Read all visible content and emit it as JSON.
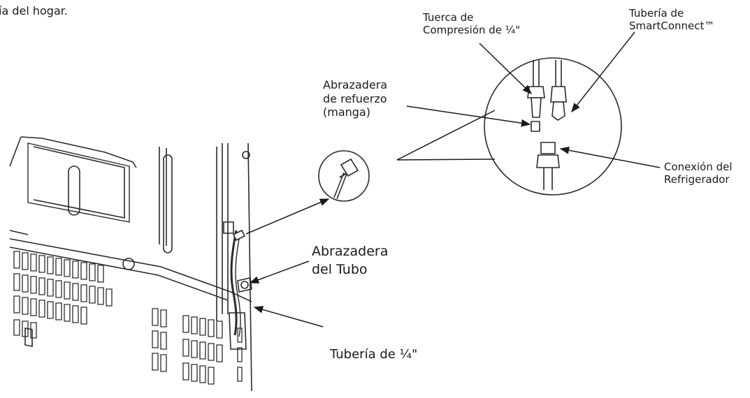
{
  "header": {
    "fragment_text": "ía del hogar."
  },
  "labels": {
    "tuerca": [
      "Tuerca de",
      "Compresión de ¼\""
    ],
    "tuberia_smart": [
      "Tubería de",
      "SmartConnect™"
    ],
    "abrazadera_refuerzo": [
      "Abrazadera",
      "de refuerzo",
      "(manga)"
    ],
    "conexion": [
      "Conexión del",
      "Refrigerador"
    ],
    "abrazadera_tubo": [
      "Abrazadera",
      "del Tubo"
    ],
    "tuberia_cuarto": "Tubería de ¼\""
  },
  "colors": {
    "ink": "#1a1a1a",
    "paper": "#ffffff"
  }
}
